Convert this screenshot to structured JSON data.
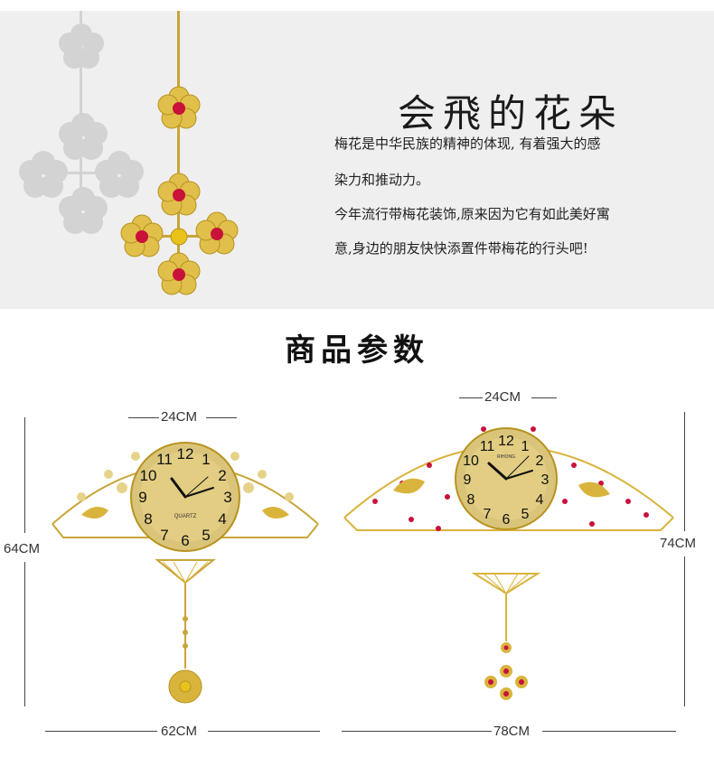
{
  "banner": {
    "title": "会飛的花朵",
    "lines": [
      "梅花是中华民族的精神的体现, 有着强大的感",
      "染力和推动力。",
      "今年流行带梅花装饰,原来因为它有如此美好寓",
      "意,身边的朋友快快添置件带梅花的行头吧!"
    ]
  },
  "section": {
    "title": "商品参数"
  },
  "product_left": {
    "width_top": "24CM",
    "height": "64CM",
    "width_bottom": "62CM",
    "dial_label": "QUARTZ",
    "numerals": [
      "12",
      "1",
      "2",
      "3",
      "4",
      "5",
      "6",
      "7",
      "8",
      "9",
      "10",
      "11"
    ]
  },
  "product_right": {
    "width_top": "24CM",
    "height": "74CM",
    "width_bottom": "78CM",
    "dial_label": "RIHONG",
    "numerals": [
      "12",
      "1",
      "2",
      "3",
      "4",
      "5",
      "6",
      "7",
      "8",
      "9",
      "10",
      "11"
    ]
  },
  "colors": {
    "gold": "#d9b43c",
    "red_gem": "#c8123a",
    "banner_bg": "#efefef"
  }
}
